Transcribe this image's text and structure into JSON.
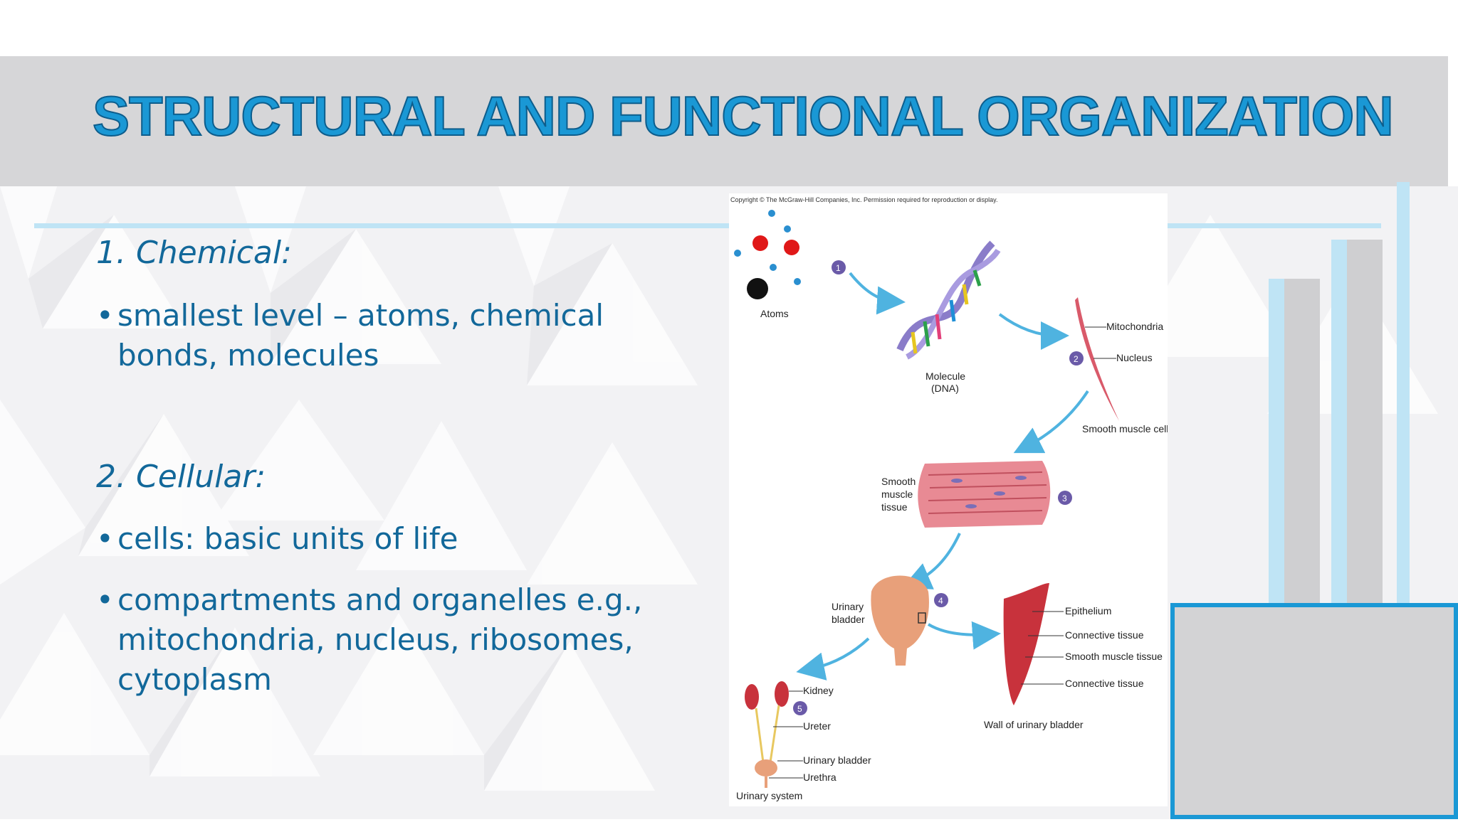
{
  "slide": {
    "title": "STRUCTURAL AND FUNCTIONAL ORGANIZATION",
    "sections": [
      {
        "heading": "1. Chemical:",
        "bullets": [
          {
            "lines": [
              "smallest level – atoms, chemical",
              "bonds, molecules"
            ]
          }
        ]
      },
      {
        "heading": "2. Cellular:",
        "bullets": [
          {
            "lines": [
              "cells: basic units of life"
            ]
          },
          {
            "lines": [
              "compartments and organelles e.g.,",
              "mitochondria, nucleus, ribosomes,",
              "cytoplasm"
            ]
          }
        ]
      }
    ],
    "bullet_symbol": "•"
  },
  "figure": {
    "copyright": "Copyright © The McGraw-Hill Companies, Inc. Permission required for reproduction or display.",
    "labels": {
      "atoms": "Atoms",
      "molecule": "Molecule",
      "molecule_sub": "(DNA)",
      "mitochondria": "Mitochondria",
      "nucleus": "Nucleus",
      "smooth_muscle_cell": "Smooth muscle cell",
      "tissue_1": "Smooth",
      "tissue_2": "muscle",
      "tissue_3": "tissue",
      "bladder_1": "Urinary",
      "bladder_2": "bladder",
      "epithelium": "Epithelium",
      "connective_tissue_1": "Connective tissue",
      "smooth_muscle_tissue": "Smooth muscle tissue",
      "connective_tissue_2": "Connective tissue",
      "wall": "Wall of urinary bladder",
      "kidney": "Kidney",
      "ureter": "Ureter",
      "urinary_bladder": "Urinary bladder",
      "urethra": "Urethra",
      "urinary_system": "Urinary system"
    },
    "steps": [
      "1",
      "2",
      "3",
      "4",
      "5"
    ]
  },
  "colors": {
    "title_fill": "#1a98d5",
    "title_stroke": "#0d5d8c",
    "body_text": "#12689a",
    "header_band": "#d6d6d8",
    "accent_light_blue": "#bfe4f5",
    "box_border": "#1a98d5",
    "arrow_blue": "#4fb3e0",
    "step_circle": "#6a5aa8"
  }
}
